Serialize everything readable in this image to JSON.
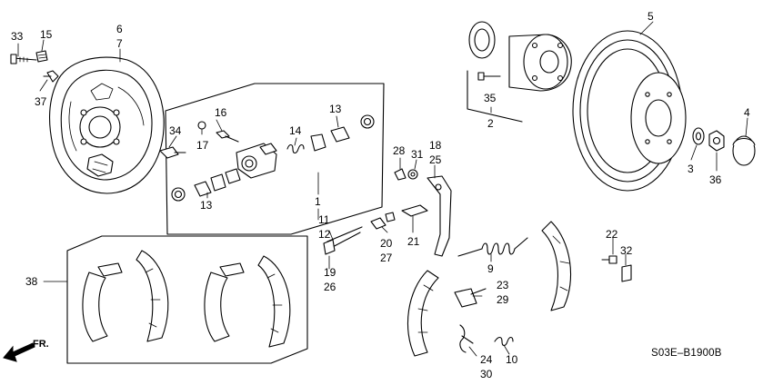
{
  "diagram": {
    "code": "S03E–B1900B",
    "direction_label": "FR.",
    "callouts": {
      "c1": "1",
      "c2": "2",
      "c3": "3",
      "c4": "4",
      "c5": "5",
      "c6": "6",
      "c7": "7",
      "c9": "9",
      "c10": "10",
      "c11": "11",
      "c12": "12",
      "c13a": "13",
      "c13b": "13",
      "c14": "14",
      "c15": "15",
      "c16": "16",
      "c17": "17",
      "c18": "18",
      "c19": "19",
      "c20": "20",
      "c21": "21",
      "c22": "22",
      "c23": "23",
      "c24": "24",
      "c25": "25",
      "c26": "26",
      "c27": "27",
      "c28": "28",
      "c29": "29",
      "c30": "30",
      "c31": "31",
      "c32": "32",
      "c33": "33",
      "c34": "34",
      "c35": "35",
      "c36": "36",
      "c37": "37",
      "c38": "38"
    }
  }
}
